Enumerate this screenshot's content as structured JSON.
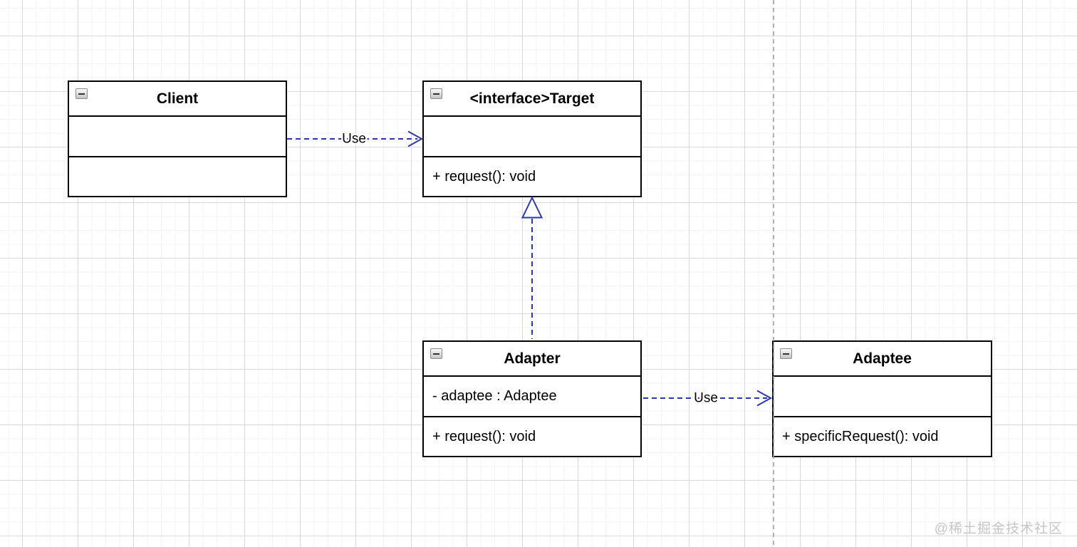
{
  "canvas": {
    "watermark": "@稀土掘金技术社区"
  },
  "colors": {
    "edge_blue": "#2b38b0",
    "box_border": "#000000",
    "box_fill": "#ffffff",
    "grid_minor": "#f3f3f4",
    "grid_major": "#d9d9da",
    "page_break_gray": "#9a9a9a",
    "watermark_gray": "#c6c6c6"
  },
  "icons": [
    {
      "name": "collapse-minus-icon",
      "meaning": "collapse compartment",
      "glyph": "−"
    }
  ],
  "classes": [
    {
      "title": "Client",
      "attributes": [],
      "methods": []
    },
    {
      "title": "<interface>Target",
      "attributes": [],
      "methods": [
        "+ request(): void"
      ]
    },
    {
      "title": "Adapter",
      "attributes": [
        "- adaptee : Adaptee"
      ],
      "methods": [
        "+ request(): void"
      ]
    },
    {
      "title": "Adaptee",
      "attributes": [],
      "methods": [
        "+ specificRequest(): void"
      ]
    }
  ],
  "edges": [
    {
      "from": "Client",
      "to": "Target",
      "label": "Use",
      "style": "dashed-open-arrow"
    },
    {
      "from": "Adapter",
      "to": "Target",
      "label": "",
      "style": "dashed-hollow-triangle-realization"
    },
    {
      "from": "Adapter",
      "to": "Adaptee",
      "label": "Use",
      "style": "dashed-open-arrow"
    }
  ]
}
